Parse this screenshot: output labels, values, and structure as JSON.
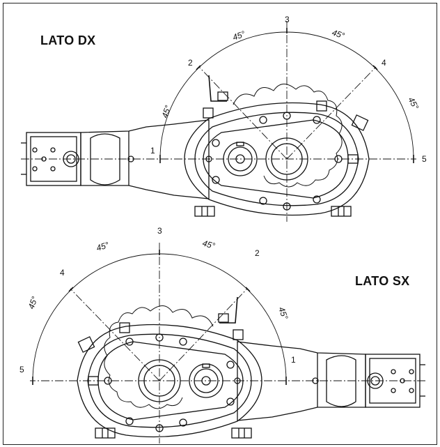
{
  "labels": {
    "top_side": "LATO DX",
    "bottom_side": "LATO SX"
  },
  "positions": [
    "1",
    "2",
    "3",
    "4",
    "5"
  ],
  "angle_label": "45°"
}
